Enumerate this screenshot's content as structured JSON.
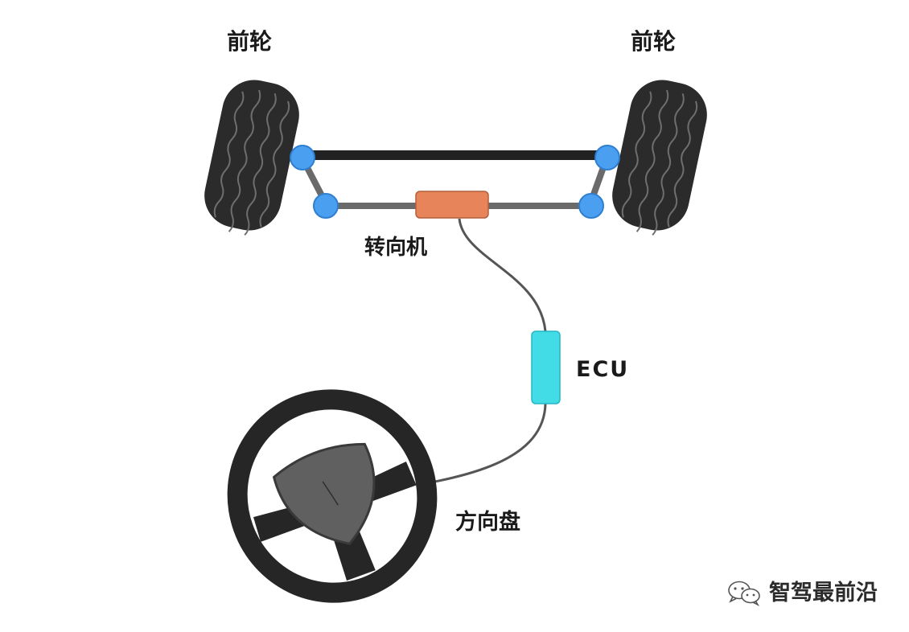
{
  "labels": {
    "front_wheel_left": "前轮",
    "front_wheel_right": "前轮",
    "steering_gear": "转向机",
    "ecu": "ECU",
    "steering_wheel": "方向盘"
  },
  "watermark": {
    "icon": "wechat-icon",
    "text": "智驾最前沿"
  },
  "colors": {
    "tire": "#2b2b2b",
    "tire_groove": "#6e6e6e",
    "joint": "#4a9ff0",
    "steering_gear": "#e8845a",
    "ecu": "#42dce6",
    "cable": "#555555",
    "tie_rod": "#222222",
    "steering_wheel_rim": "#262626",
    "steering_wheel_hub": "#606060"
  }
}
